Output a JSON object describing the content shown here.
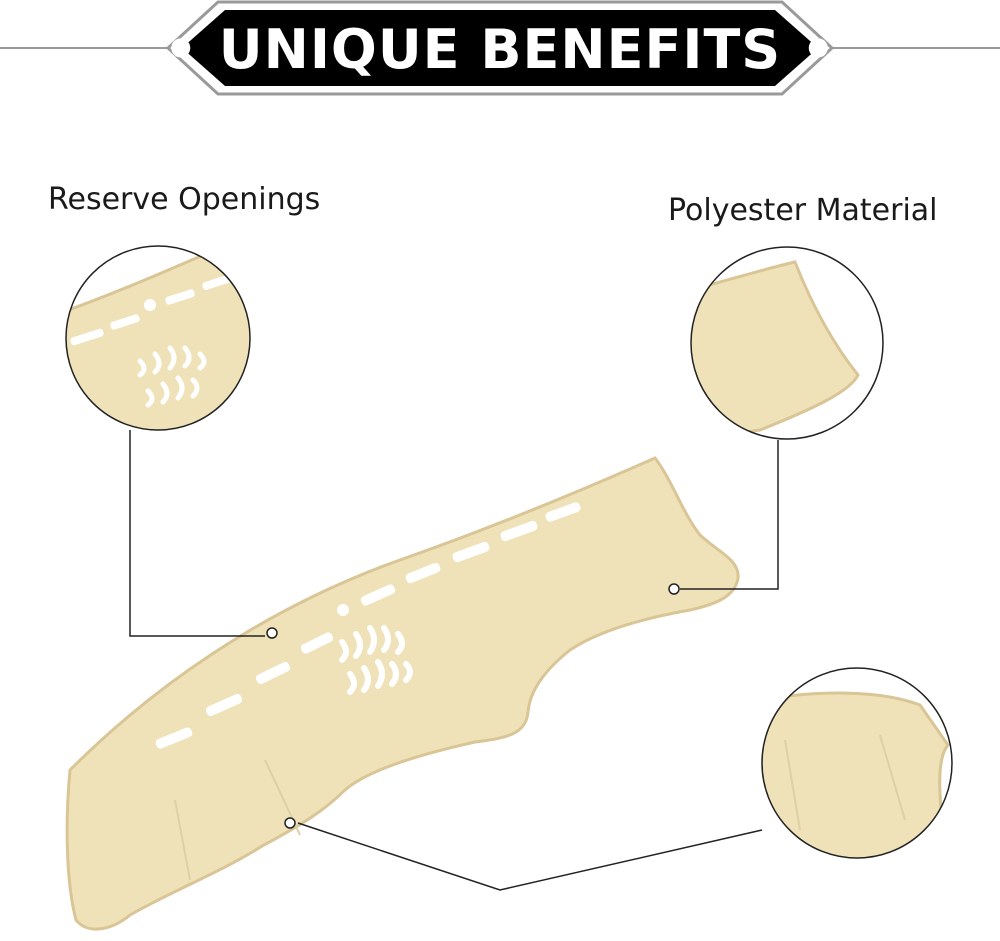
{
  "banner": {
    "title": "• UNIQUE BENEFITS •"
  },
  "callouts": {
    "reserve_openings": "Reserve Openings",
    "polyester_material": "Polyester Material"
  },
  "colors": {
    "mat": "#efe2b9",
    "mat_edge": "#d9c595",
    "banner_fill": "#000000",
    "banner_border": "#9a9a9a",
    "line": "#222222"
  }
}
